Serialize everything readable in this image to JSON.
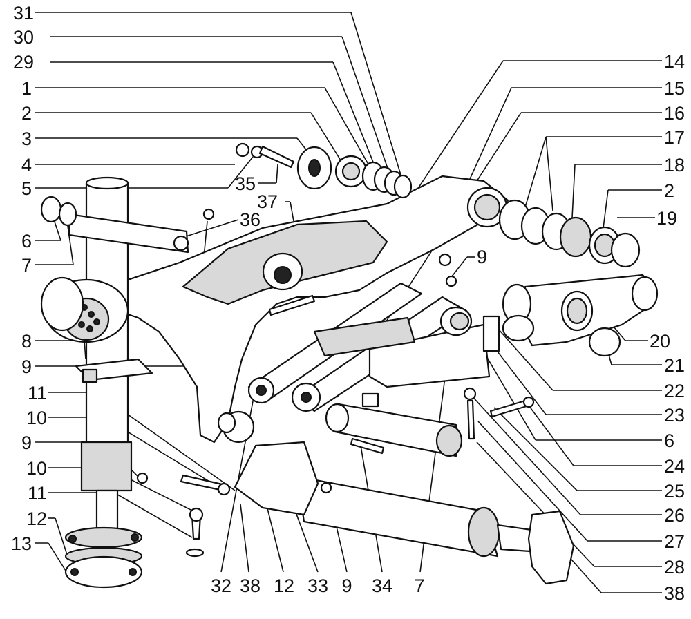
{
  "diagram": {
    "callouts": {
      "left": [
        "31",
        "30",
        "29",
        "1",
        "2",
        "3",
        "4",
        "5",
        "35",
        "6",
        "7",
        "36",
        "37",
        "8",
        "9",
        "11",
        "10",
        "9",
        "10",
        "11",
        "12",
        "13"
      ],
      "right": [
        "14",
        "15",
        "16",
        "17",
        "18",
        "2",
        "19",
        "9",
        "20",
        "21",
        "22",
        "23",
        "6",
        "24",
        "25",
        "26",
        "27",
        "28",
        "38"
      ],
      "bottom": [
        "32",
        "38",
        "12",
        "33",
        "9",
        "34",
        "7"
      ]
    }
  }
}
